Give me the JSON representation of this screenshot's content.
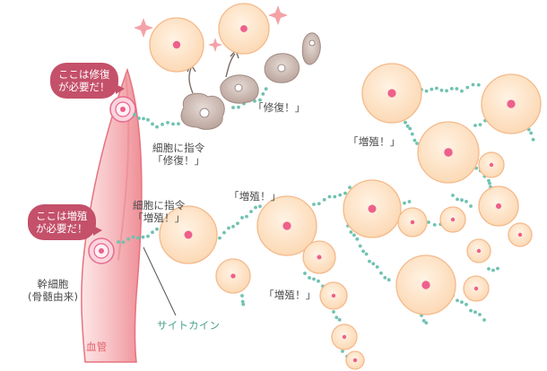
{
  "callouts": {
    "repair_needed": "ここは修復\nが必要だ！",
    "proliferation_needed": "ここは増殖\nが必要だ！"
  },
  "labels": {
    "repair_instruction": "細胞に指令\n「修復！」",
    "repair_top": "「修復！」",
    "proliferation_instruction": "細胞に指令\n「増殖！」",
    "proliferation_mid": "「増殖！」",
    "proliferation_right": "「増殖！」",
    "proliferation_lower": "「増殖！」",
    "stem_cell": "幹細胞\n(骨髄由来)",
    "cytokine": "サイトカイン",
    "blood_vessel": "血管"
  },
  "colors": {
    "vessel": "#f3a6ac",
    "vessel_edge": "#e5737e",
    "cell_fill": "#fde3c8",
    "cell_edge": "#f4b98a",
    "nucleus": "#ee5f8c",
    "cytokine_dot": "#6fc2b0",
    "callout": "#c4506a",
    "damaged_cell": "#cdbbb4",
    "cytokine_text": "#4aa28e",
    "vessel_text": "#e0606b"
  }
}
